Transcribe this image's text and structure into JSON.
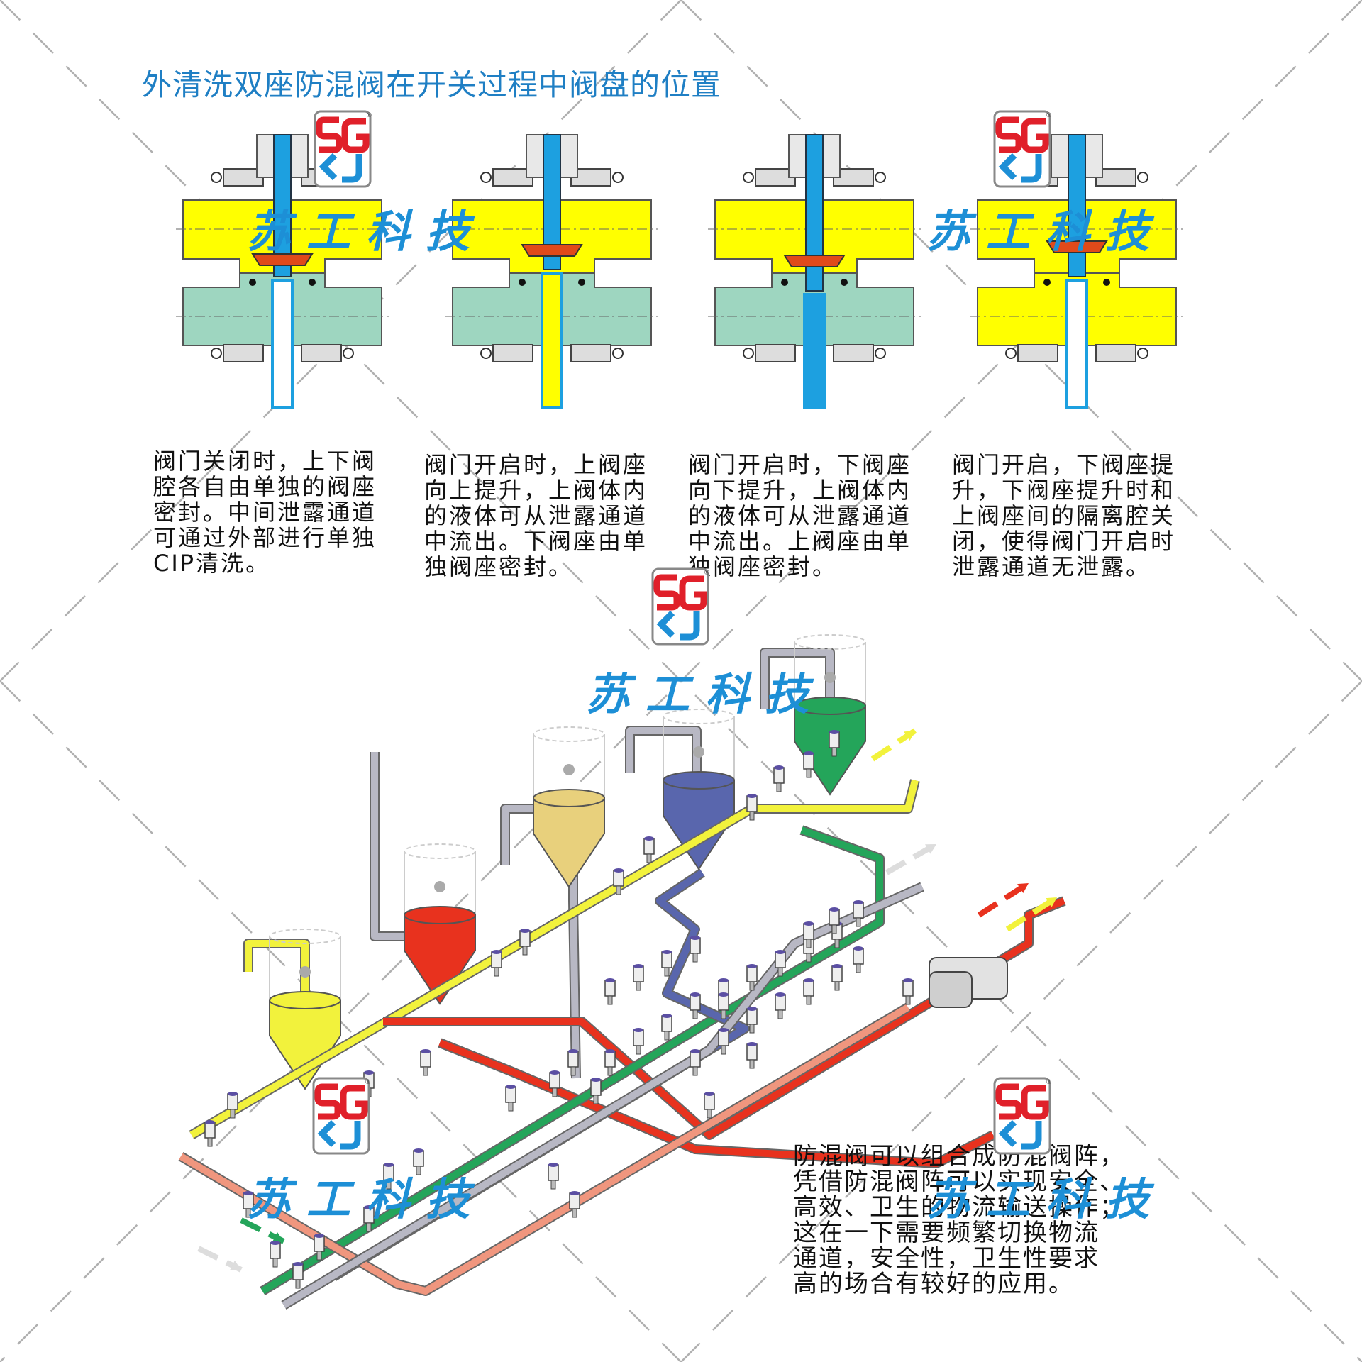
{
  "title": "外清洗双座防混阀在开关过程中阀盘的位置",
  "brand": {
    "logo_letters": "SG KJ",
    "watermark_text": "苏工科技",
    "registered_mark": "®"
  },
  "panels": [
    {
      "state": "closed",
      "lines": [
        "阀门关闭时，上下阀",
        "腔各自由单独的阀座",
        "密封。中间泄露通道",
        "可通过外部进行单独",
        "CIP清洗。"
      ]
    },
    {
      "state": "upper-seat-lifted",
      "lines": [
        "阀门开启时，上阀座",
        "向上提升，上阀体内",
        "的液体可从泄露通道",
        "中流出。下阀座由单",
        "独阀座密封。"
      ]
    },
    {
      "state": "lower-seat-lowered",
      "lines": [
        "阀门开启时，下阀座",
        "向下提升，上阀体内",
        "的液体可从泄露通道",
        "中流出。上阀座由单",
        "独阀座密封。"
      ]
    },
    {
      "state": "fully-open",
      "lines": [
        "阀门开启，下阀座提",
        "升，下阀座提升时和",
        "上阀座间的隔离腔关",
        "闭，使得阀门开启时",
        "泄露通道无泄露。"
      ]
    }
  ],
  "bottom_note": {
    "lines": [
      "防混阀可以组合成防混阀阵，",
      "凭借防混阀阵可以实现安全、",
      "高效、卫生的物流输送操作；",
      "这在一下需要频繁切换物流",
      "通道，安全性，卫生性要求",
      "高的场合有较好的应用。"
    ]
  },
  "colors": {
    "title": "#1f7fc4",
    "upper_product": "#ffff00",
    "lower_product": "#9ed6c0",
    "stem": "#1da0e0",
    "seal": "#e04a1a",
    "pipe_yellow": "#f2f23c",
    "pipe_red": "#e8321e",
    "pipe_green": "#24a55a",
    "pipe_blue": "#5966ad",
    "pipe_salmon": "#f0967e",
    "pipe_gray": "#b8b8c4",
    "logo_red": "#e0202a",
    "logo_blue": "#1d8fd6",
    "watermark": "#1d8fd6"
  },
  "icons": [
    "sg-kj-logo",
    "flow-arrow",
    "tank",
    "valve",
    "pump"
  ]
}
